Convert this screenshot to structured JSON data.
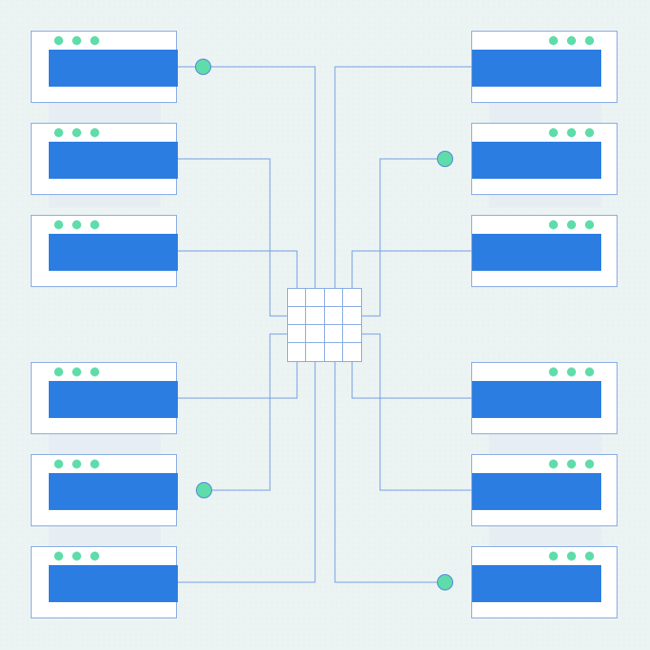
{
  "colors": {
    "background": "#ecf3f3",
    "window_border": "#86a9e2",
    "window_panel": "#2b7de2",
    "window_dot": "#5fdcaa",
    "wire": "#6f9ce3",
    "node_fill": "#5fdcaa"
  },
  "icons": {
    "hub": "grid-hub-icon",
    "window": "browser-window-icon",
    "node": "connection-node-icon"
  },
  "diagram": {
    "left_windows": 6,
    "right_windows": 6,
    "connection_nodes": 4
  }
}
